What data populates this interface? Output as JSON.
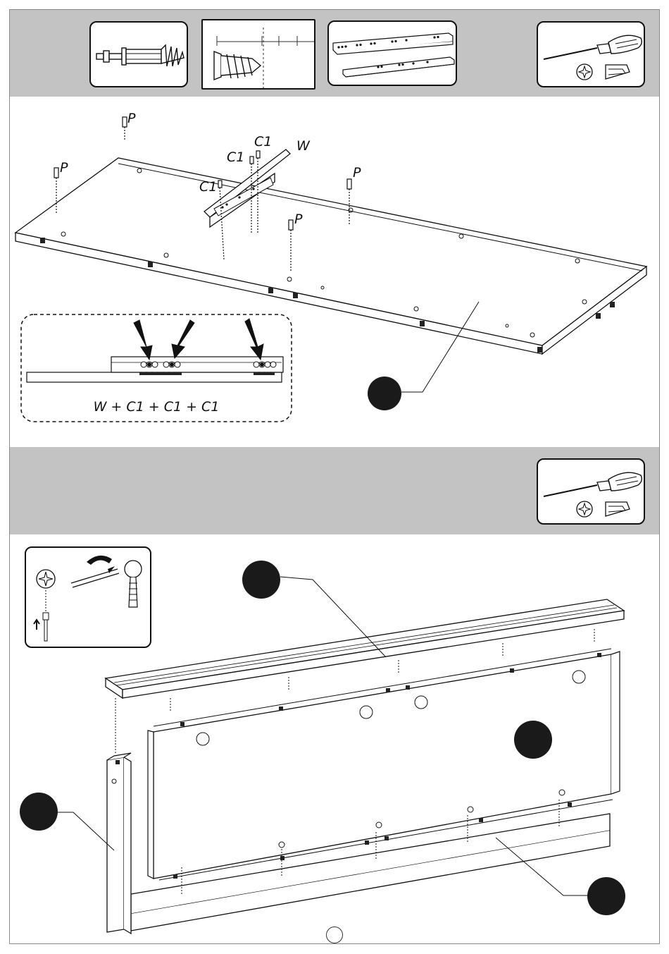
{
  "labels": {
    "screw_p": "P",
    "screw_c1": "C1",
    "screw_w": "W"
  },
  "detail_formula": "W + C1 + C1 + C1",
  "page_number": "",
  "icons": [
    "cam-bolt-icon",
    "wood-screw-icon",
    "drawer-slide-icon",
    "screwdriver-icon",
    "screwdriver-icon",
    "cam-lock-icon"
  ]
}
